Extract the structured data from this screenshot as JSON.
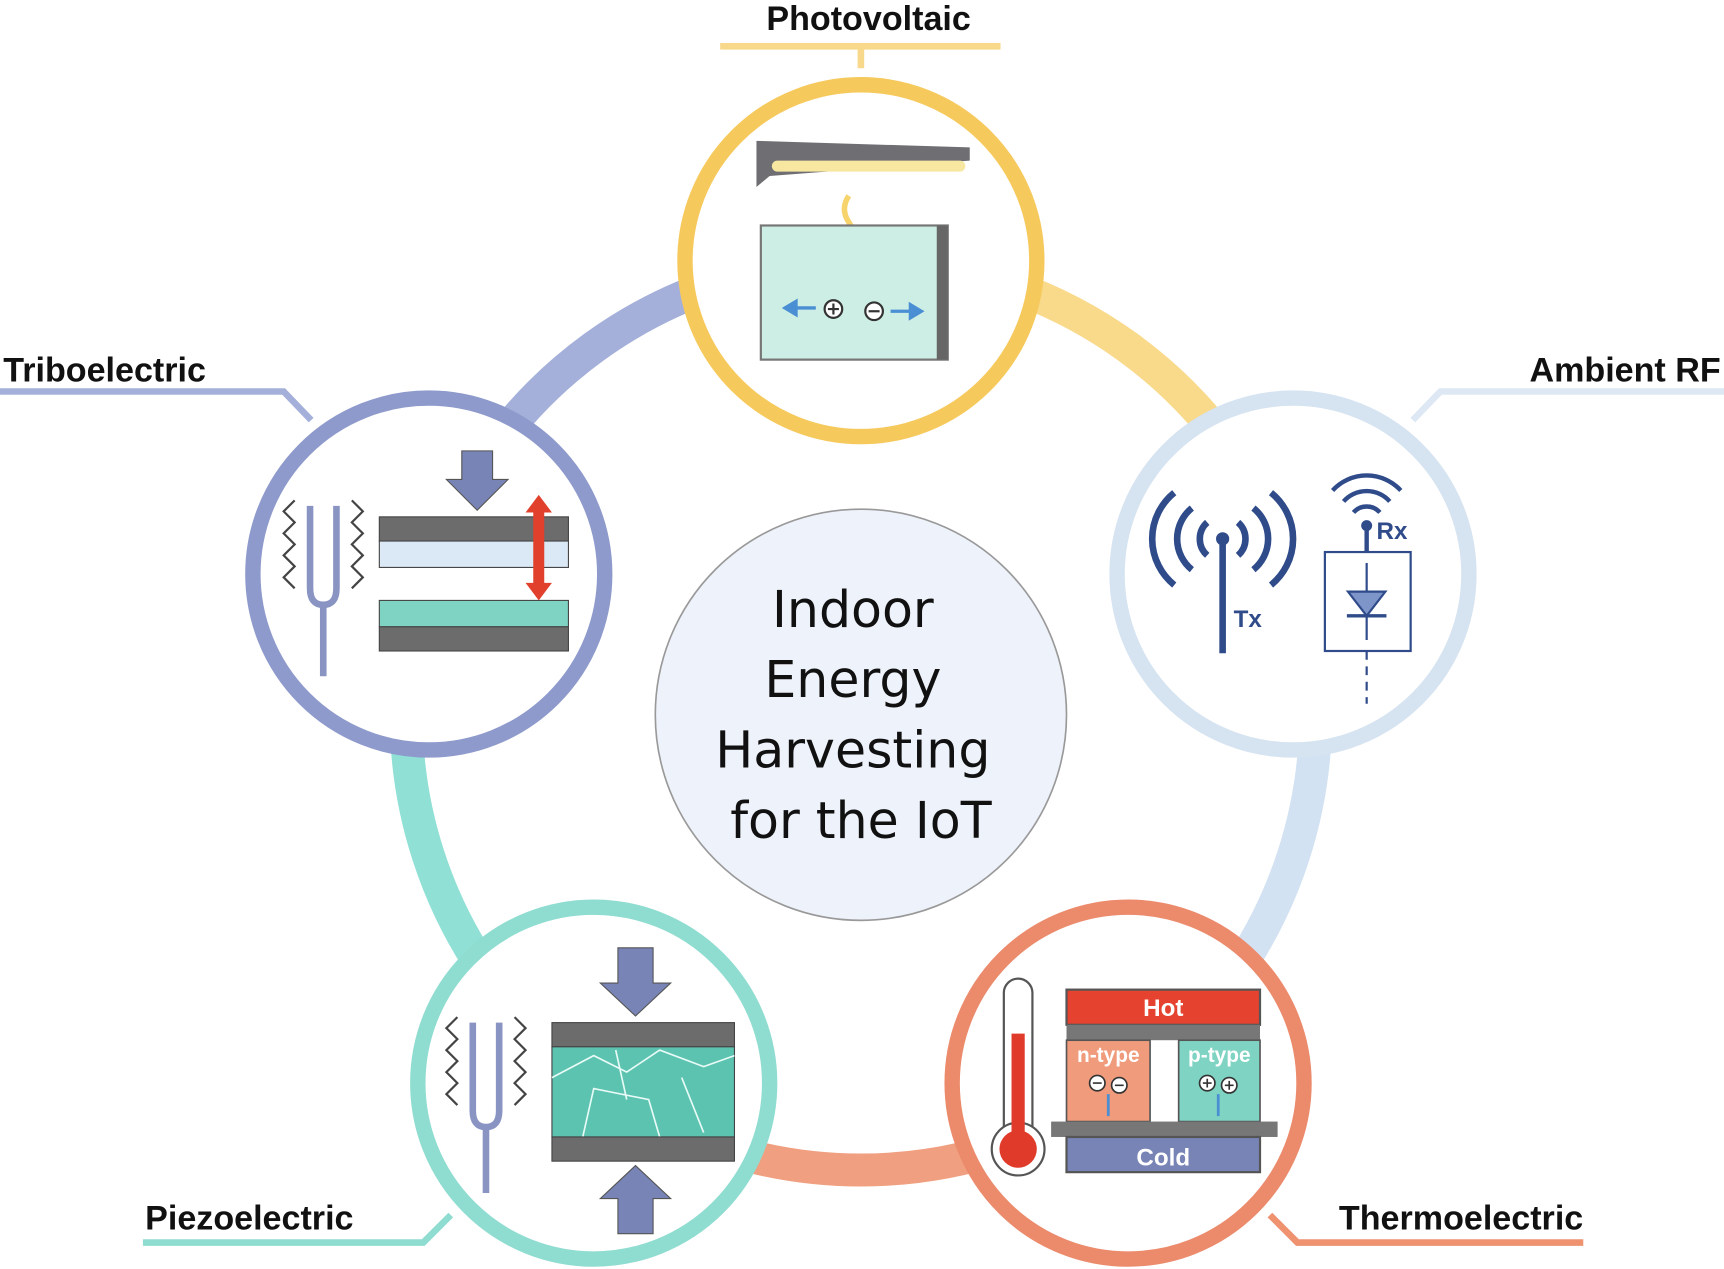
{
  "title_lines": [
    "Indoor",
    "Energy",
    "Harvesting",
    "for the IoT"
  ],
  "nodes": {
    "photovoltaic": {
      "label": "Photovoltaic",
      "color": "#f6c95c"
    },
    "ambient_rf": {
      "label": "Ambient RF",
      "color": "#d6e3f1",
      "tx": "Tx",
      "rx": "Rx"
    },
    "thermoelectric": {
      "label": "Thermoelectric",
      "color": "#ec8a6c",
      "hot": "Hot",
      "cold": "Cold",
      "n_type": "n-type",
      "p_type": "p-type"
    },
    "piezoelectric": {
      "label": "Piezoelectric",
      "color": "#8fdcd0"
    },
    "triboelectric": {
      "label": "Triboelectric",
      "color": "#8e9acb"
    }
  }
}
